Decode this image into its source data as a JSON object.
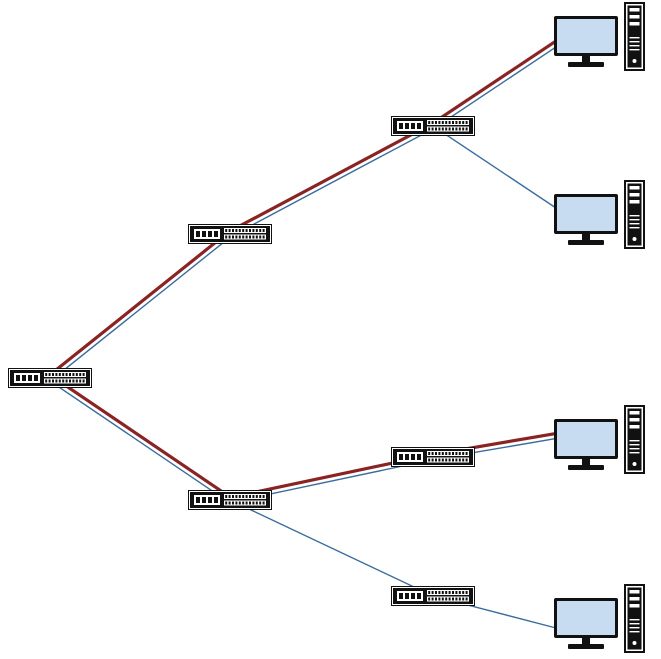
{
  "colors": {
    "background": "#ffffff",
    "link": "#3a6c9c",
    "highlighted_path": "#8a2424",
    "device_body": "#111111",
    "monitor_screen": "#c7dcf1",
    "monitor_frame": "#111111"
  },
  "nodes": [
    {
      "id": "sw1",
      "kind": "network-switch",
      "icon": "switch-icon"
    },
    {
      "id": "sw2",
      "kind": "network-switch",
      "icon": "switch-icon"
    },
    {
      "id": "sw3",
      "kind": "network-switch",
      "icon": "switch-icon"
    },
    {
      "id": "sw4",
      "kind": "network-switch",
      "icon": "switch-icon"
    },
    {
      "id": "sw5",
      "kind": "network-switch",
      "icon": "switch-icon"
    },
    {
      "id": "sw6",
      "kind": "network-switch",
      "icon": "switch-icon"
    },
    {
      "id": "pc1",
      "kind": "workstation",
      "icon": "desktop-computer-icon"
    },
    {
      "id": "pc2",
      "kind": "workstation",
      "icon": "desktop-computer-icon"
    },
    {
      "id": "pc3",
      "kind": "workstation",
      "icon": "desktop-computer-icon"
    },
    {
      "id": "pc4",
      "kind": "workstation",
      "icon": "desktop-computer-icon"
    }
  ],
  "links": [
    {
      "from": "sw1",
      "to": "sw2",
      "highlighted": true
    },
    {
      "from": "sw2",
      "to": "sw3",
      "highlighted": true
    },
    {
      "from": "sw3",
      "to": "pc1",
      "highlighted": true
    },
    {
      "from": "sw3",
      "to": "pc2",
      "highlighted": false
    },
    {
      "from": "sw1",
      "to": "sw4",
      "highlighted": true
    },
    {
      "from": "sw4",
      "to": "sw5",
      "highlighted": true
    },
    {
      "from": "sw5",
      "to": "pc3",
      "highlighted": true
    },
    {
      "from": "sw4",
      "to": "sw6",
      "highlighted": false
    },
    {
      "from": "sw6",
      "to": "pc4",
      "highlighted": false
    }
  ]
}
